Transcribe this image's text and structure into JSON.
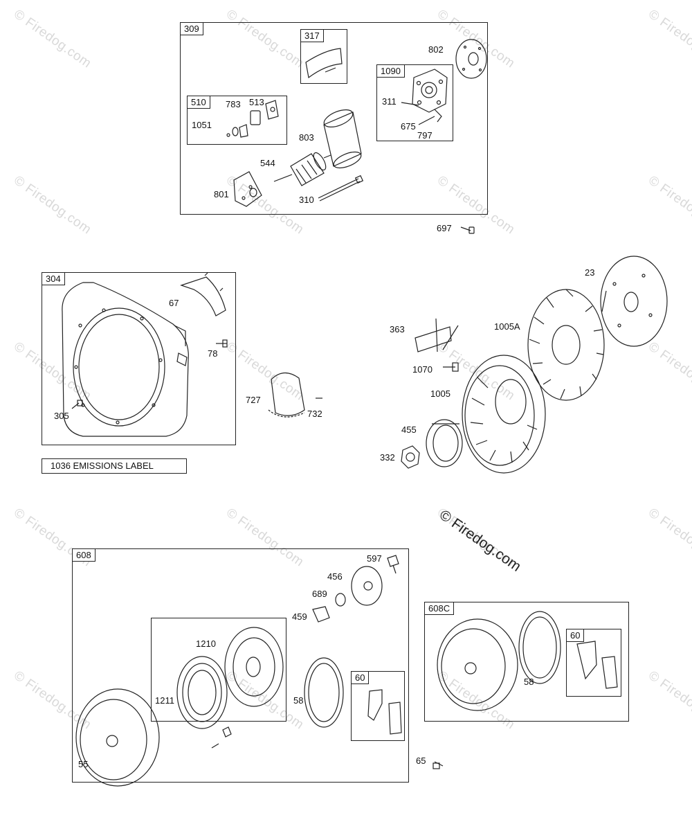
{
  "watermark": "© Firedog.com",
  "credit": "© Firedog.com",
  "boxes": {
    "b309": "309",
    "b317": "317",
    "b510": "510",
    "b1090": "1090",
    "b304": "304",
    "b608": "608",
    "b60a": "60",
    "b608c": "608C",
    "b60b": "60"
  },
  "emissions_label": "1036 EMISSIONS LABEL",
  "parts": {
    "p802": "802",
    "p311": "311",
    "p675": "675",
    "p797": "797",
    "p783": "783",
    "p513": "513",
    "p1051": "1051",
    "p803": "803",
    "p544": "544",
    "p801": "801",
    "p310": "310",
    "p697": "697",
    "p67": "67",
    "p78": "78",
    "p305": "305",
    "p727": "727",
    "p732": "732",
    "p23": "23",
    "p363": "363",
    "p1005a": "1005A",
    "p1070": "1070",
    "p1005": "1005",
    "p455": "455",
    "p332": "332",
    "p597": "597",
    "p456": "456",
    "p689": "689",
    "p459": "459",
    "p1210": "1210",
    "p1211": "1211",
    "p58a": "58",
    "p55": "55",
    "p65": "65",
    "p58b": "58"
  }
}
